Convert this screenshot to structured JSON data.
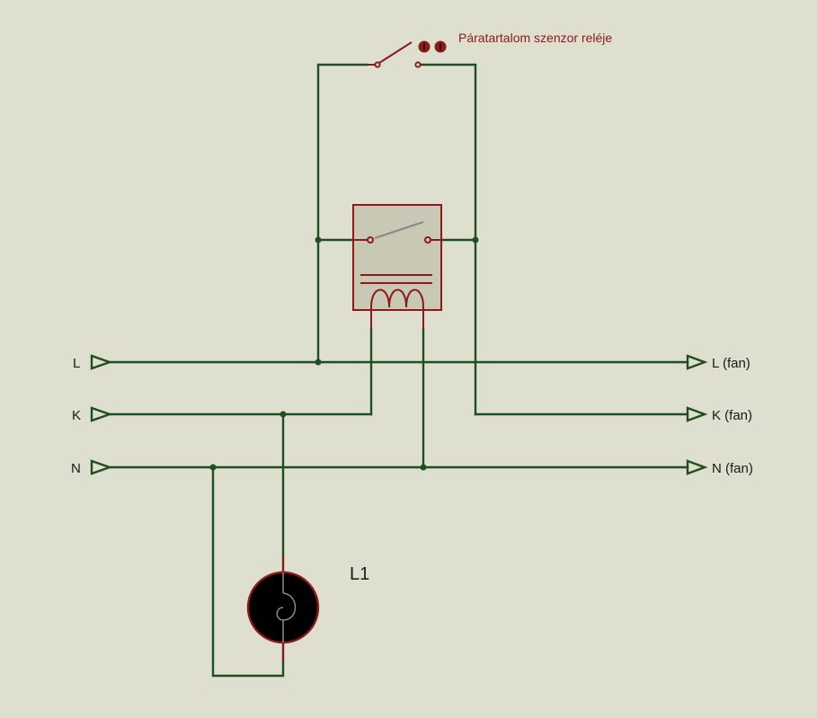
{
  "colors": {
    "background": "#dfdfcf",
    "wire": "#1f4f1f",
    "component": "#8b1a1a",
    "relay_fill": "#c8c8b4",
    "switch_blade": "#8a8a8a",
    "text": "#1a1a1a",
    "sensor_label": "#8b1a1a"
  },
  "sensor": {
    "label": "Páratartalom szenzor reléje"
  },
  "lamp": {
    "label": "L1",
    "icon": "lamp-icon"
  },
  "terminals": {
    "inputs": [
      "L",
      "K",
      "N"
    ],
    "outputs": [
      "L (fan)",
      "K (fan)",
      "N (fan)"
    ]
  }
}
